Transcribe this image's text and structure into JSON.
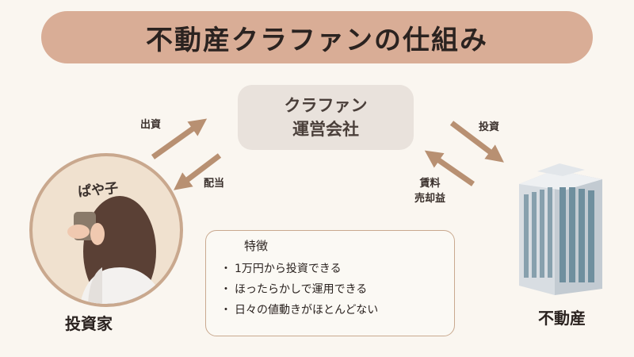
{
  "title": "不動産クラファンの仕組み",
  "platform": {
    "line1": "クラファン",
    "line2": "運営会社"
  },
  "arrows": {
    "invest_in": "出資",
    "dividend": "配当",
    "invest": "投資",
    "rent": "賃料",
    "sale_profit": "売却益"
  },
  "investor": {
    "name_tag": "ぱや子",
    "label": "投資家"
  },
  "real_estate": {
    "label": "不動産"
  },
  "features": {
    "heading": "特徴",
    "bullet": "・",
    "items": [
      "1万円から投資できる",
      "ほったらかしで運用できる",
      "日々の値動きがほとんどない"
    ]
  },
  "colors": {
    "accent": "#d9ad96",
    "arrow": "#b89072",
    "platform_bg": "#e9e2dc",
    "border": "#c9a98f"
  }
}
